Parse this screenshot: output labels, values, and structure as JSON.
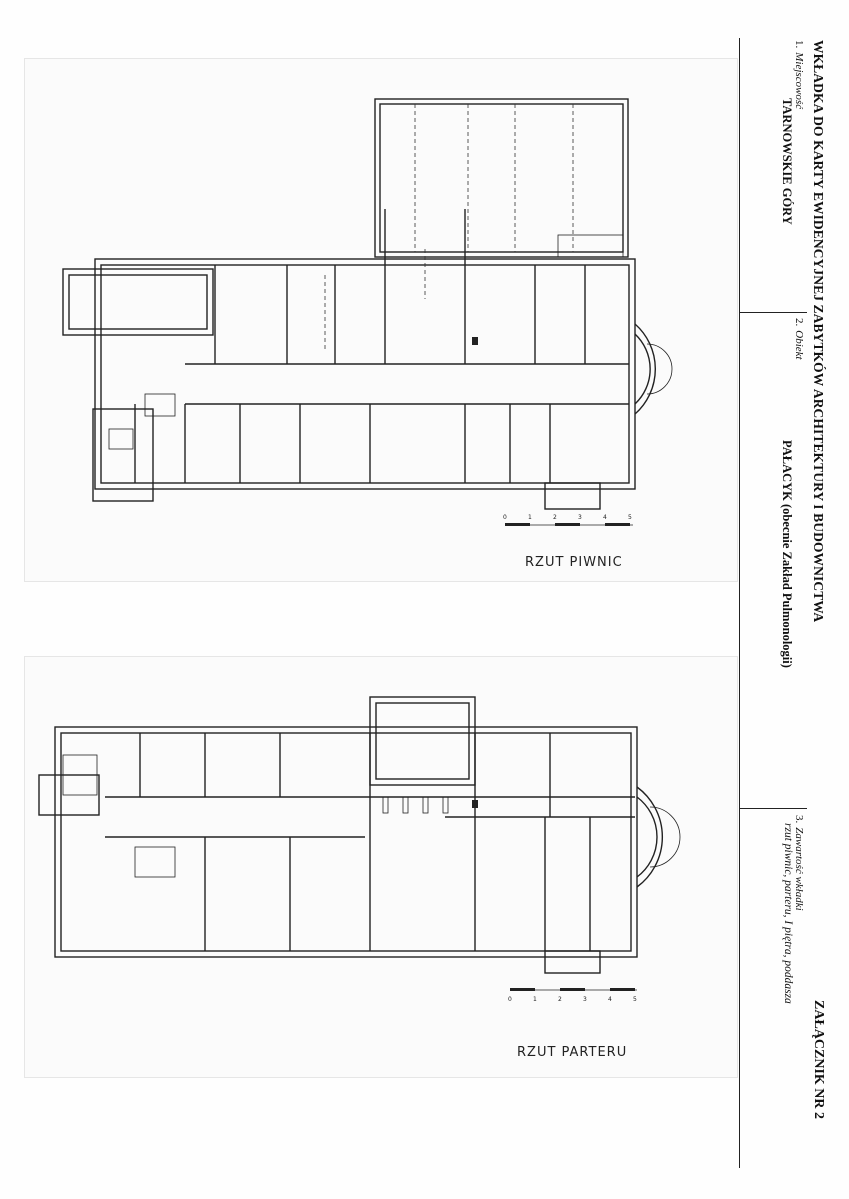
{
  "header": {
    "title": "WKŁADKA DO KARTY EWIDENCYJNEJ ZABYTKÓW ARCHITEKTURY I BUDOWNICTWA",
    "attachment": "ZAŁĄCZNIK NR 2"
  },
  "fields": [
    {
      "number": "1.",
      "label": "Miejscowość",
      "value": "TARNOWSKIE GÓRY"
    },
    {
      "number": "2.",
      "label": "Obiekt",
      "value": "PAŁACYK (obecnie Zakład Pulmonologii)"
    },
    {
      "number": "3.",
      "label": "Zawartość wkładki",
      "value": "rzut piwnic, parteru, I piętra, poddasza"
    }
  ],
  "plans": [
    {
      "caption": "RZUT PIWNIC",
      "scale_ticks": [
        "0",
        "1",
        "2",
        "3",
        "4",
        "5"
      ]
    },
    {
      "caption": "RZUT PARTERU",
      "scale_ticks": [
        "0",
        "1",
        "2",
        "3",
        "4",
        "5"
      ]
    }
  ]
}
